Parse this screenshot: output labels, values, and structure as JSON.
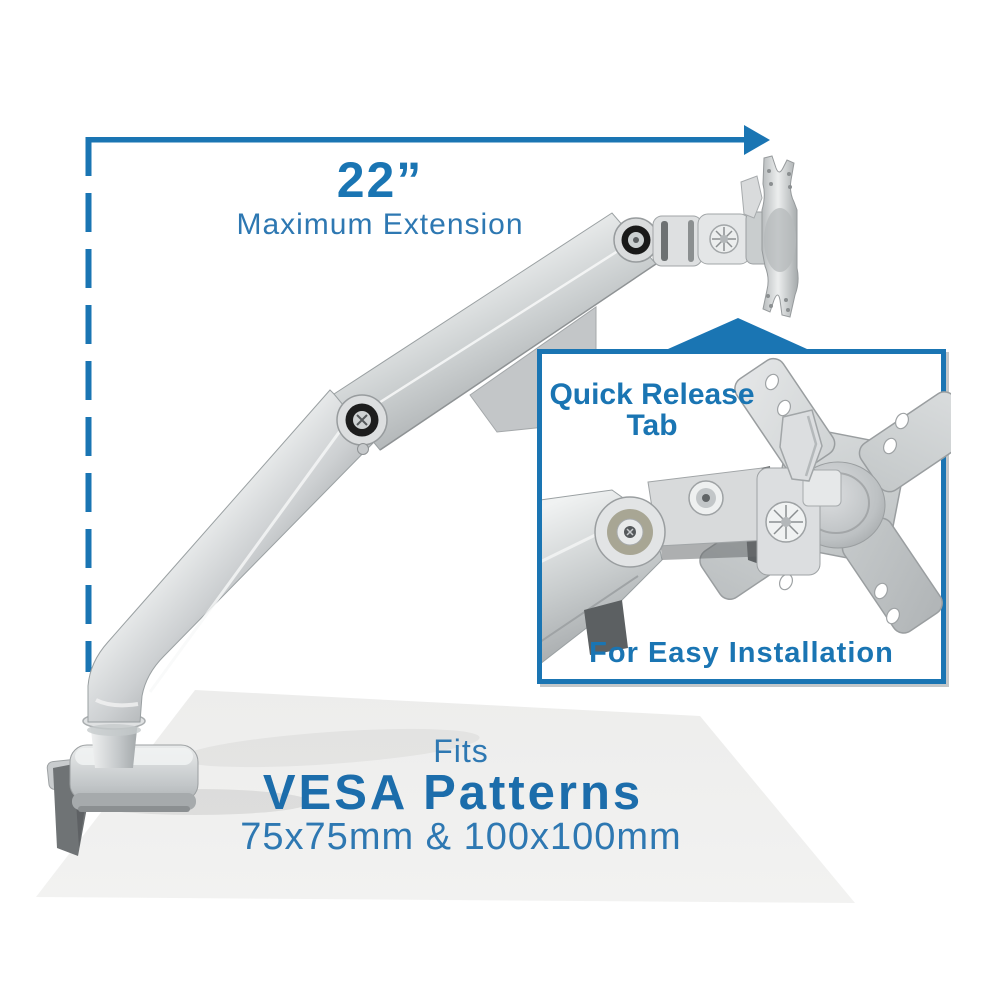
{
  "annotations": {
    "extension": {
      "value": "22”",
      "label": "Maximum Extension"
    },
    "callout": {
      "title_line1": "Quick Release",
      "title_line2": "Tab",
      "caption": "For Easy Installation"
    },
    "compatibility": {
      "intro": "Fits",
      "title": "VESA Patterns",
      "sizes": "75x75mm & 100x100mm"
    }
  },
  "icons": {
    "extension_arrow": "right-arrow",
    "callout_pointer": "up-triangle"
  },
  "colors": {
    "accent_blue": "#1a75b3",
    "text_blue_bold": "#1c6dab",
    "text_blue_light": "#2e78b2",
    "desk_gray": "#f0f0ef",
    "clamp_dark": "#6f7375",
    "washer_olive": "#a8a694"
  }
}
